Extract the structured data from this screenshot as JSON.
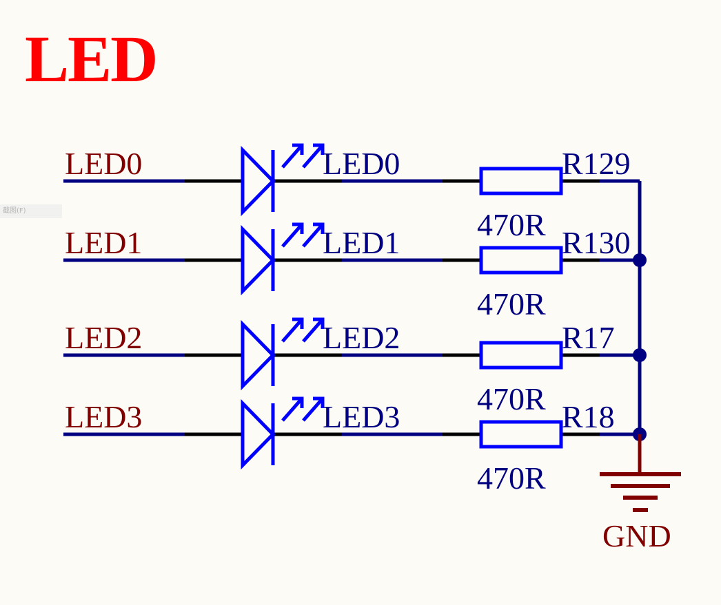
{
  "title": "LED",
  "colors": {
    "title": "#ff0000",
    "net_label": "#800000",
    "component": "#0000ff",
    "designator": "#000080",
    "wire_blue": "#000080",
    "wire_black": "#000000",
    "ground": "#800000",
    "background": "#fdfbf6"
  },
  "channels": [
    {
      "net_in": "LED0",
      "led_name": "LED0",
      "resistor_ref": "R129",
      "resistor_value": "470R"
    },
    {
      "net_in": "LED1",
      "led_name": "LED1",
      "resistor_ref": "R130",
      "resistor_value": "470R"
    },
    {
      "net_in": "LED2",
      "led_name": "LED2",
      "resistor_ref": "R17",
      "resistor_value": "470R"
    },
    {
      "net_in": "LED3",
      "led_name": "LED3",
      "resistor_ref": "R18",
      "resistor_value": "470R"
    }
  ],
  "ground": {
    "label": "GND",
    "icon": "ground-icon"
  },
  "tooltip_stub": "截图(F)"
}
